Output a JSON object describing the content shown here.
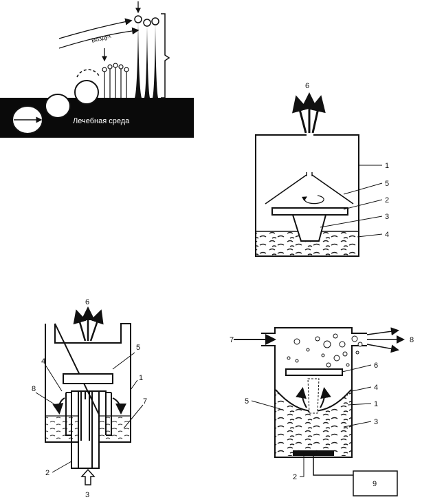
{
  "fig1": {
    "air_label": "Воздух",
    "medium_label": "Лечебная среда"
  },
  "fig2": {
    "labels": {
      "1": "1",
      "2": "2",
      "3": "3",
      "4": "4",
      "5": "5",
      "6": "6"
    }
  },
  "fig3": {
    "labels": {
      "1": "1",
      "2": "2",
      "3": "3",
      "4": "4",
      "5": "5",
      "6": "6",
      "7": "7",
      "8": "8"
    }
  },
  "fig4": {
    "labels": {
      "1": "1",
      "2": "2",
      "3": "3",
      "4": "4",
      "5": "5",
      "6": "6",
      "7": "7",
      "8": "8",
      "9": "9"
    }
  }
}
